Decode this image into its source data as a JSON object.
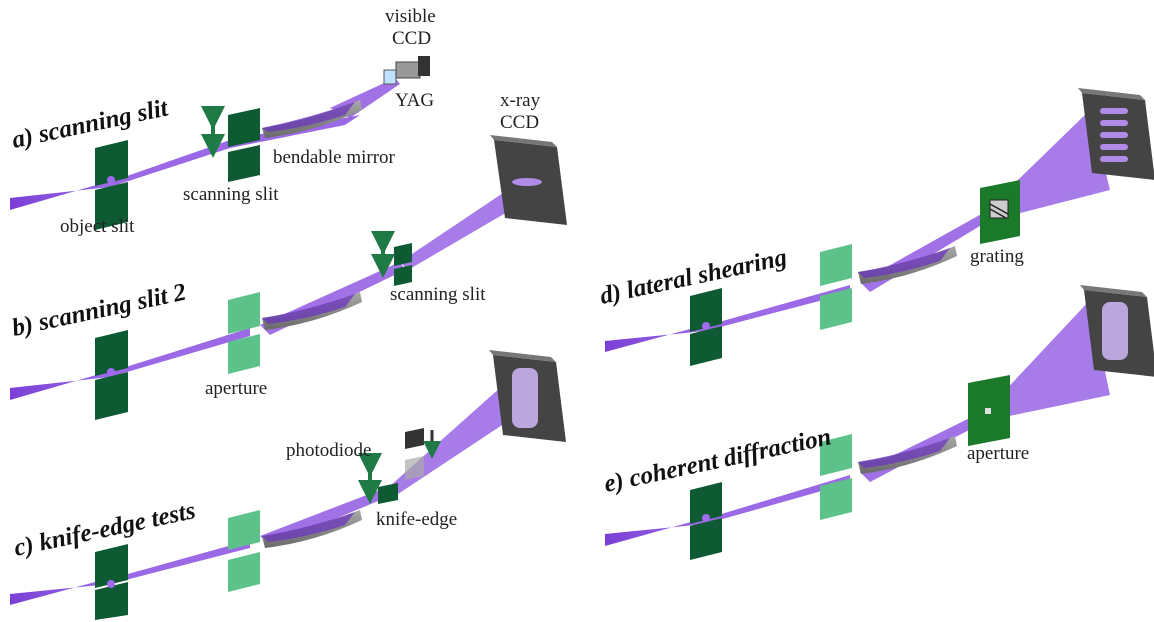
{
  "panels": {
    "a": {
      "title": "a) scanning slit",
      "labels": {
        "object_slit": "object slit",
        "scanning_slit": "scanning slit",
        "mirror": "bendable mirror",
        "yag": "YAG",
        "ccd_line1": "visible",
        "ccd_line2": "CCD"
      }
    },
    "b": {
      "title": "b) scanning slit 2",
      "labels": {
        "aperture": "aperture",
        "scanning_slit": "scanning slit",
        "ccd_line1": "x-ray",
        "ccd_line2": "CCD"
      }
    },
    "c": {
      "title": "c) knife-edge tests",
      "labels": {
        "photodiode": "photodiode",
        "knife_edge": "knife-edge"
      }
    },
    "d": {
      "title": "d) lateral shearing",
      "labels": {
        "grating": "grating"
      }
    },
    "e": {
      "title": "e) coherent diffraction",
      "labels": {
        "aperture": "aperture"
      }
    }
  },
  "colors": {
    "beam": "#8a4fe0",
    "beam_dark": "#6a2fc0",
    "slit_dark": "#0e5a32",
    "slit_light": "#5cc28a",
    "mirror": "#8c8c8c",
    "detector": "#444444",
    "arrow": "#1f7a45"
  }
}
